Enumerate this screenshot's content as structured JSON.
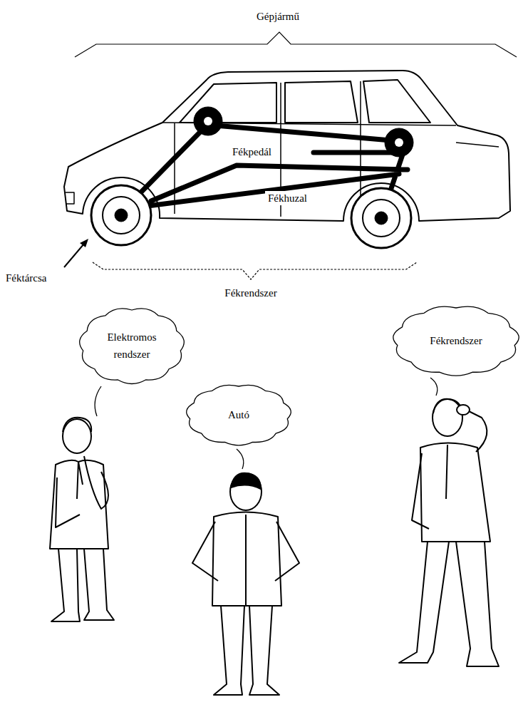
{
  "diagram": {
    "nodes": [
      {
        "text": [
          "Elektromos rendszer"
        ]
      },
      {
        "text": [
          "Autó"
        ]
      },
      {
        "text": [
          "Fékrendszer"
        ]
      }
    ],
    "labels": [
      "Gépjármű",
      "Fékpedál",
      "Fékhuzal",
      "Féktárcsa",
      "Fékrendszer"
    ]
  }
}
